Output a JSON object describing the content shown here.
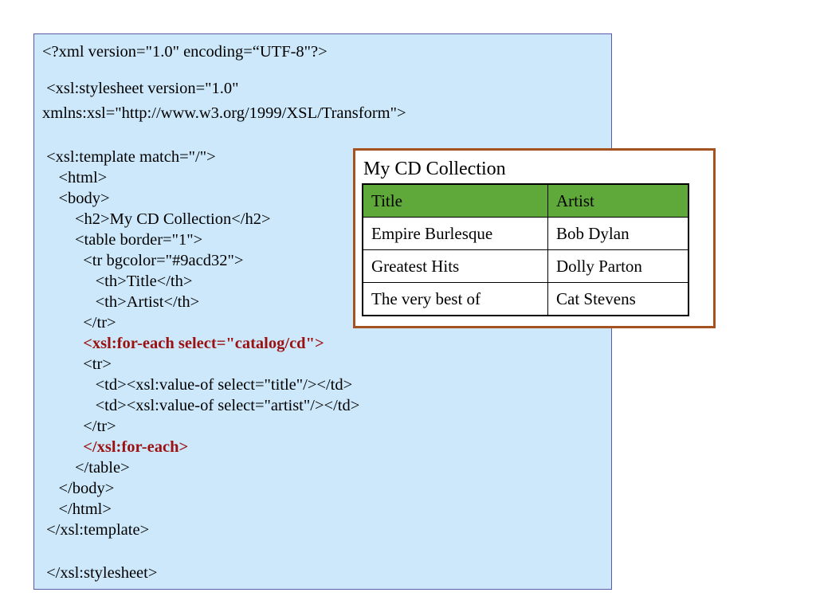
{
  "code_lines": [
    {
      "text": "<?xml version=\"1.0\" encoding=“UTF-8\"?>",
      "highlight": false
    },
    {
      "text": " <xsl:stylesheet version=\"1.0\"",
      "highlight": false
    },
    {
      "text": "xmlns:xsl=\"http://www.w3.org/1999/XSL/Transform\">",
      "highlight": false
    },
    {
      "text": " <xsl:template match=\"/\">",
      "highlight": false
    },
    {
      "text": "    <html>",
      "highlight": false
    },
    {
      "text": "    <body>",
      "highlight": false
    },
    {
      "text": "        <h2>My CD Collection</h2>",
      "highlight": false
    },
    {
      "text": "        <table border=\"1\">",
      "highlight": false
    },
    {
      "text": "          <tr bgcolor=\"#9acd32\">",
      "highlight": false
    },
    {
      "text": "             <th>Title</th>",
      "highlight": false
    },
    {
      "text": "             <th>Artist</th>",
      "highlight": false
    },
    {
      "text": "          </tr>",
      "highlight": false
    },
    {
      "text": "          <xsl:for-each select=\"catalog/cd\">",
      "highlight": true
    },
    {
      "text": "          <tr>",
      "highlight": false
    },
    {
      "text": "             <td><xsl:value-of select=\"title\"/></td>",
      "highlight": false
    },
    {
      "text": "             <td><xsl:value-of select=\"artist\"/></td>",
      "highlight": false
    },
    {
      "text": "          </tr>",
      "highlight": false
    },
    {
      "text": "          </xsl:for-each>",
      "highlight": true
    },
    {
      "text": "        </table>",
      "highlight": false
    },
    {
      "text": "    </body>",
      "highlight": false
    },
    {
      "text": "    </html>",
      "highlight": false
    },
    {
      "text": " </xsl:template>",
      "highlight": false
    },
    {
      "text": " </xsl:stylesheet>",
      "highlight": false
    }
  ],
  "preview": {
    "title": "My CD Collection",
    "headers": [
      "Title",
      "Artist"
    ],
    "rows": [
      [
        "Empire Burlesque",
        "Bob Dylan"
      ],
      [
        "Greatest Hits",
        "Dolly Parton"
      ],
      [
        "The very best of",
        "Cat Stevens"
      ]
    ]
  },
  "colors": {
    "code_background": "#cce8fa",
    "highlight_text": "#9b1111",
    "header_row": "#5fa83a",
    "preview_border": "#a4521f"
  }
}
